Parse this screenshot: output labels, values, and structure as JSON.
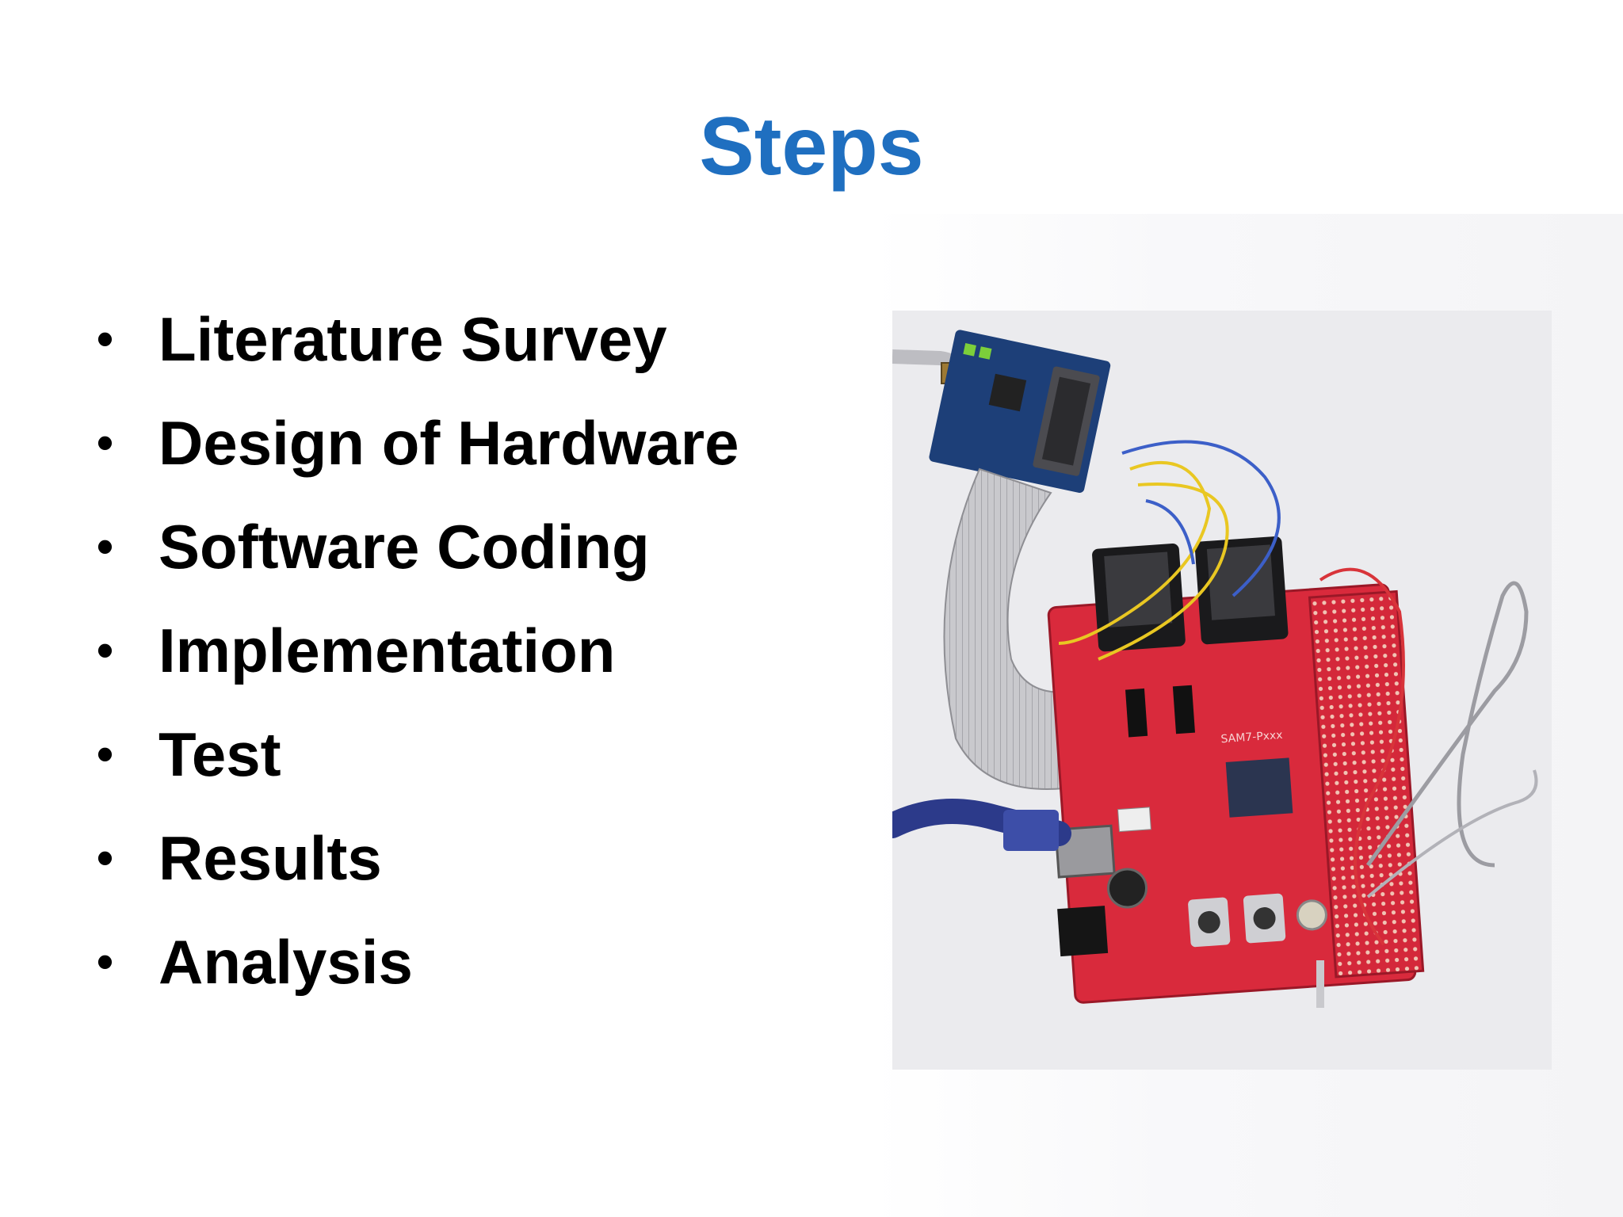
{
  "slide": {
    "title": "Steps",
    "bullets": [
      "Literature Survey",
      "Design of Hardware",
      "Software Coding",
      "Implementation",
      "Test",
      "Results",
      "Analysis"
    ],
    "bullet_glyph": "•",
    "photo": {
      "icon": "circuit-board-photo",
      "board_label": "SAM7-Pxxx"
    }
  },
  "colors": {
    "title": "#1f6fc0",
    "text": "#000000",
    "board": "#d92a3c"
  }
}
